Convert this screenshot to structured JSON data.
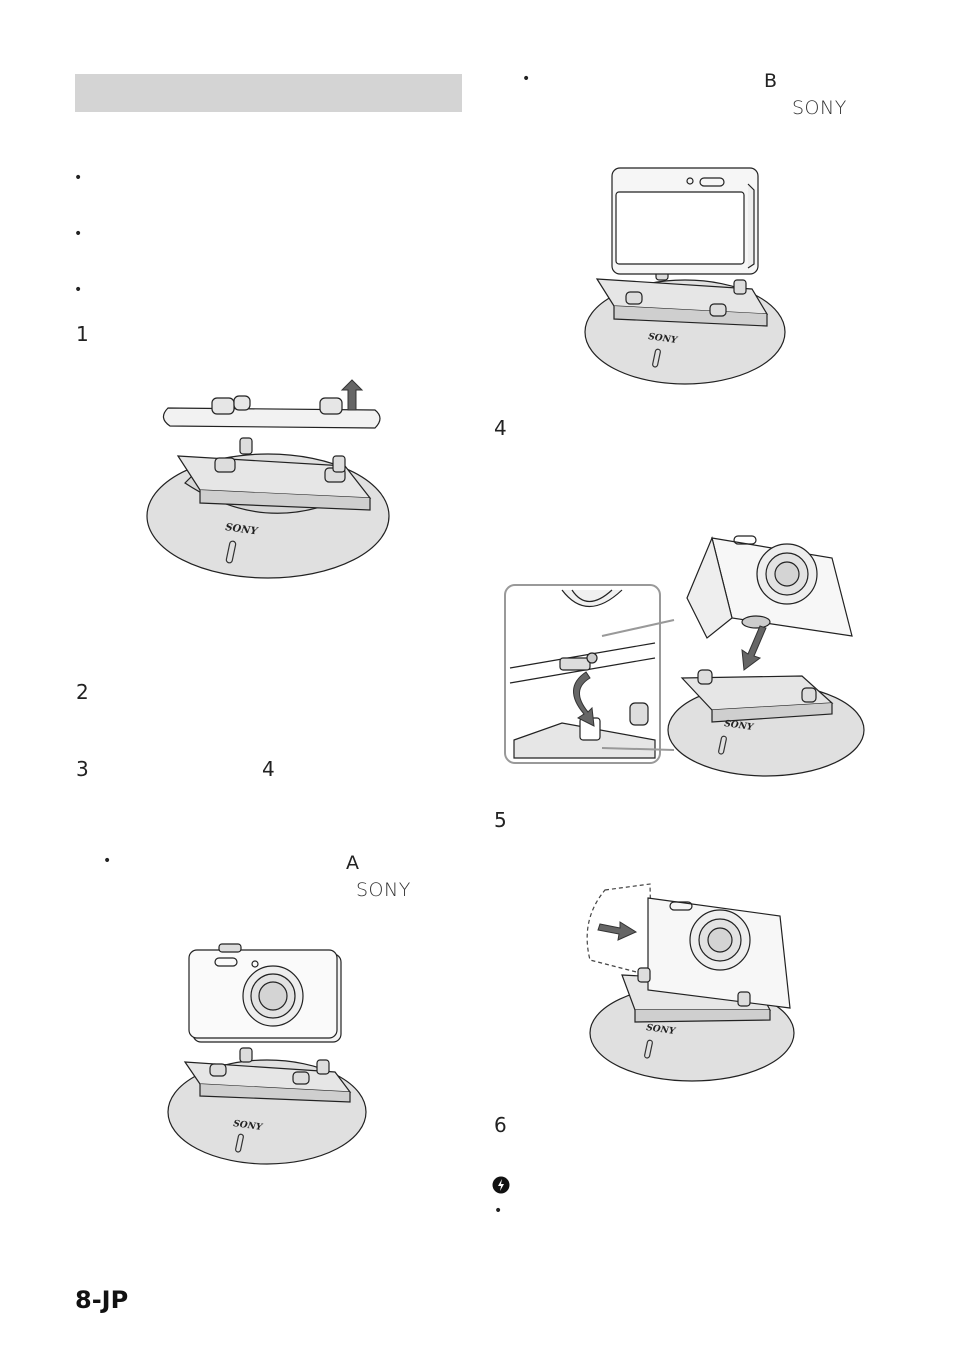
{
  "left_column": {
    "bullets": [
      "•",
      "•",
      "•"
    ],
    "step1": "1",
    "step2": "2",
    "step3": {
      "num": "3",
      "ref": "4"
    },
    "sub_bullet": {
      "bullet": "•",
      "label": "A",
      "brand": "SONY"
    },
    "illustration1": {
      "logo": "SONY"
    },
    "illustration3a": {
      "logo": "SONY"
    }
  },
  "right_column": {
    "top_bullet": {
      "bullet": "•",
      "label": "B",
      "brand": "SONY"
    },
    "illustration3b": {
      "logo": "SONY"
    },
    "step4": "4",
    "illustration4": {
      "logo": "SONY"
    },
    "step5": "5",
    "illustration5": {
      "logo": "SONY"
    },
    "step6": "6",
    "note_icon": "caution-icon",
    "note_bullet": "•"
  },
  "page_number": "8-JP"
}
